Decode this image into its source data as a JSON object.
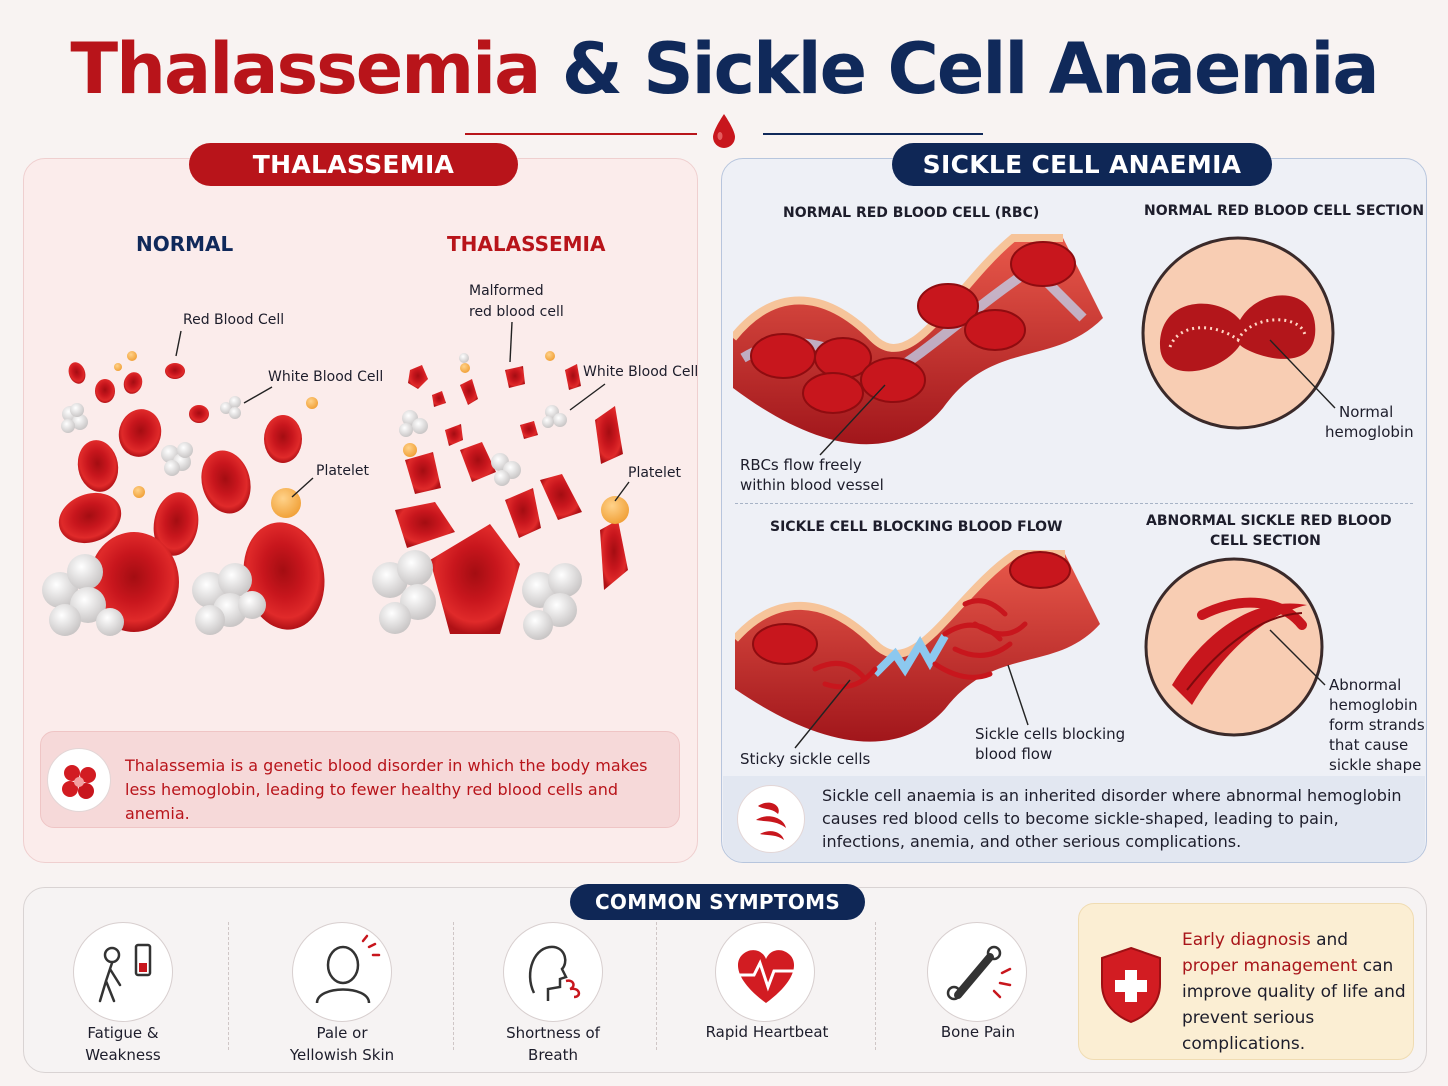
{
  "title": {
    "part1": "Thalassemia",
    "part2": "& Sickle Cell Anaemia"
  },
  "colors": {
    "red": "#b8141a",
    "navy": "#0f2756",
    "panel_red": "#fbeceb",
    "panel_blue": "#eef0f6",
    "cream": "#fbeed3"
  },
  "thalassemia": {
    "heading": "THALASSEMIA",
    "normal_label": "NORMAL",
    "thal_label": "THALASSEMIA",
    "labels": {
      "red_blood_cell": "Red Blood Cell",
      "white_blood_cell": "White Blood Cell",
      "platelet": "Platelet",
      "malformed_line1": "Malformed",
      "malformed_line2": "red blood cell",
      "white_blood_cell_2": "White Blood Cell",
      "platelet_2": "Platelet"
    },
    "description": "Thalassemia is a genetic blood disorder in which the body makes less hemoglobin, leading to fewer healthy red blood cells and anemia."
  },
  "sickle": {
    "heading": "SICKLE CELL ANAEMIA",
    "normal_rbc_title": "NORMAL RED BLOOD CELL (RBC)",
    "normal_section_title": "NORMAL RED BLOOD CELL SECTION",
    "rbc_flow_line1": "RBCs flow freely",
    "rbc_flow_line2": "within blood vessel",
    "normal_hb_line1": "Normal",
    "normal_hb_line2": "hemoglobin",
    "blocking_title": "SICKLE CELL BLOCKING BLOOD FLOW",
    "abnormal_title_line1": "ABNORMAL SICKLE RED BLOOD",
    "abnormal_title_line2": "CELL SECTION",
    "sticky": "Sticky sickle cells",
    "blocking_line1": "Sickle cells blocking",
    "blocking_line2": "blood flow",
    "abnormal_hb": [
      "Abnormal",
      "hemoglobin",
      "form strands",
      "that cause",
      "sickle shape"
    ],
    "description": "Sickle cell anaemia is an inherited disorder where abnormal hemoglobin causes red blood cells to become sickle-shaped, leading to pain, infections, anemia, and other serious complications."
  },
  "symptoms": {
    "heading": "COMMON SYMPTOMS",
    "items": [
      {
        "line1": "Fatigue &",
        "line2": "Weakness",
        "icon": "fatigue-icon"
      },
      {
        "line1": "Pale or",
        "line2": "Yellowish Skin",
        "icon": "pale-skin-icon"
      },
      {
        "line1": "Shortness of",
        "line2": "Breath",
        "icon": "breath-icon"
      },
      {
        "line1": "Rapid Heartbeat",
        "line2": "",
        "icon": "heart-icon"
      },
      {
        "line1": "Bone Pain",
        "line2": "",
        "icon": "bone-icon"
      }
    ],
    "early": {
      "red1": "Early diagnosis",
      "and": " and ",
      "red2": "proper management",
      "rest": " can improve quality of life and prevent serious complications."
    }
  }
}
